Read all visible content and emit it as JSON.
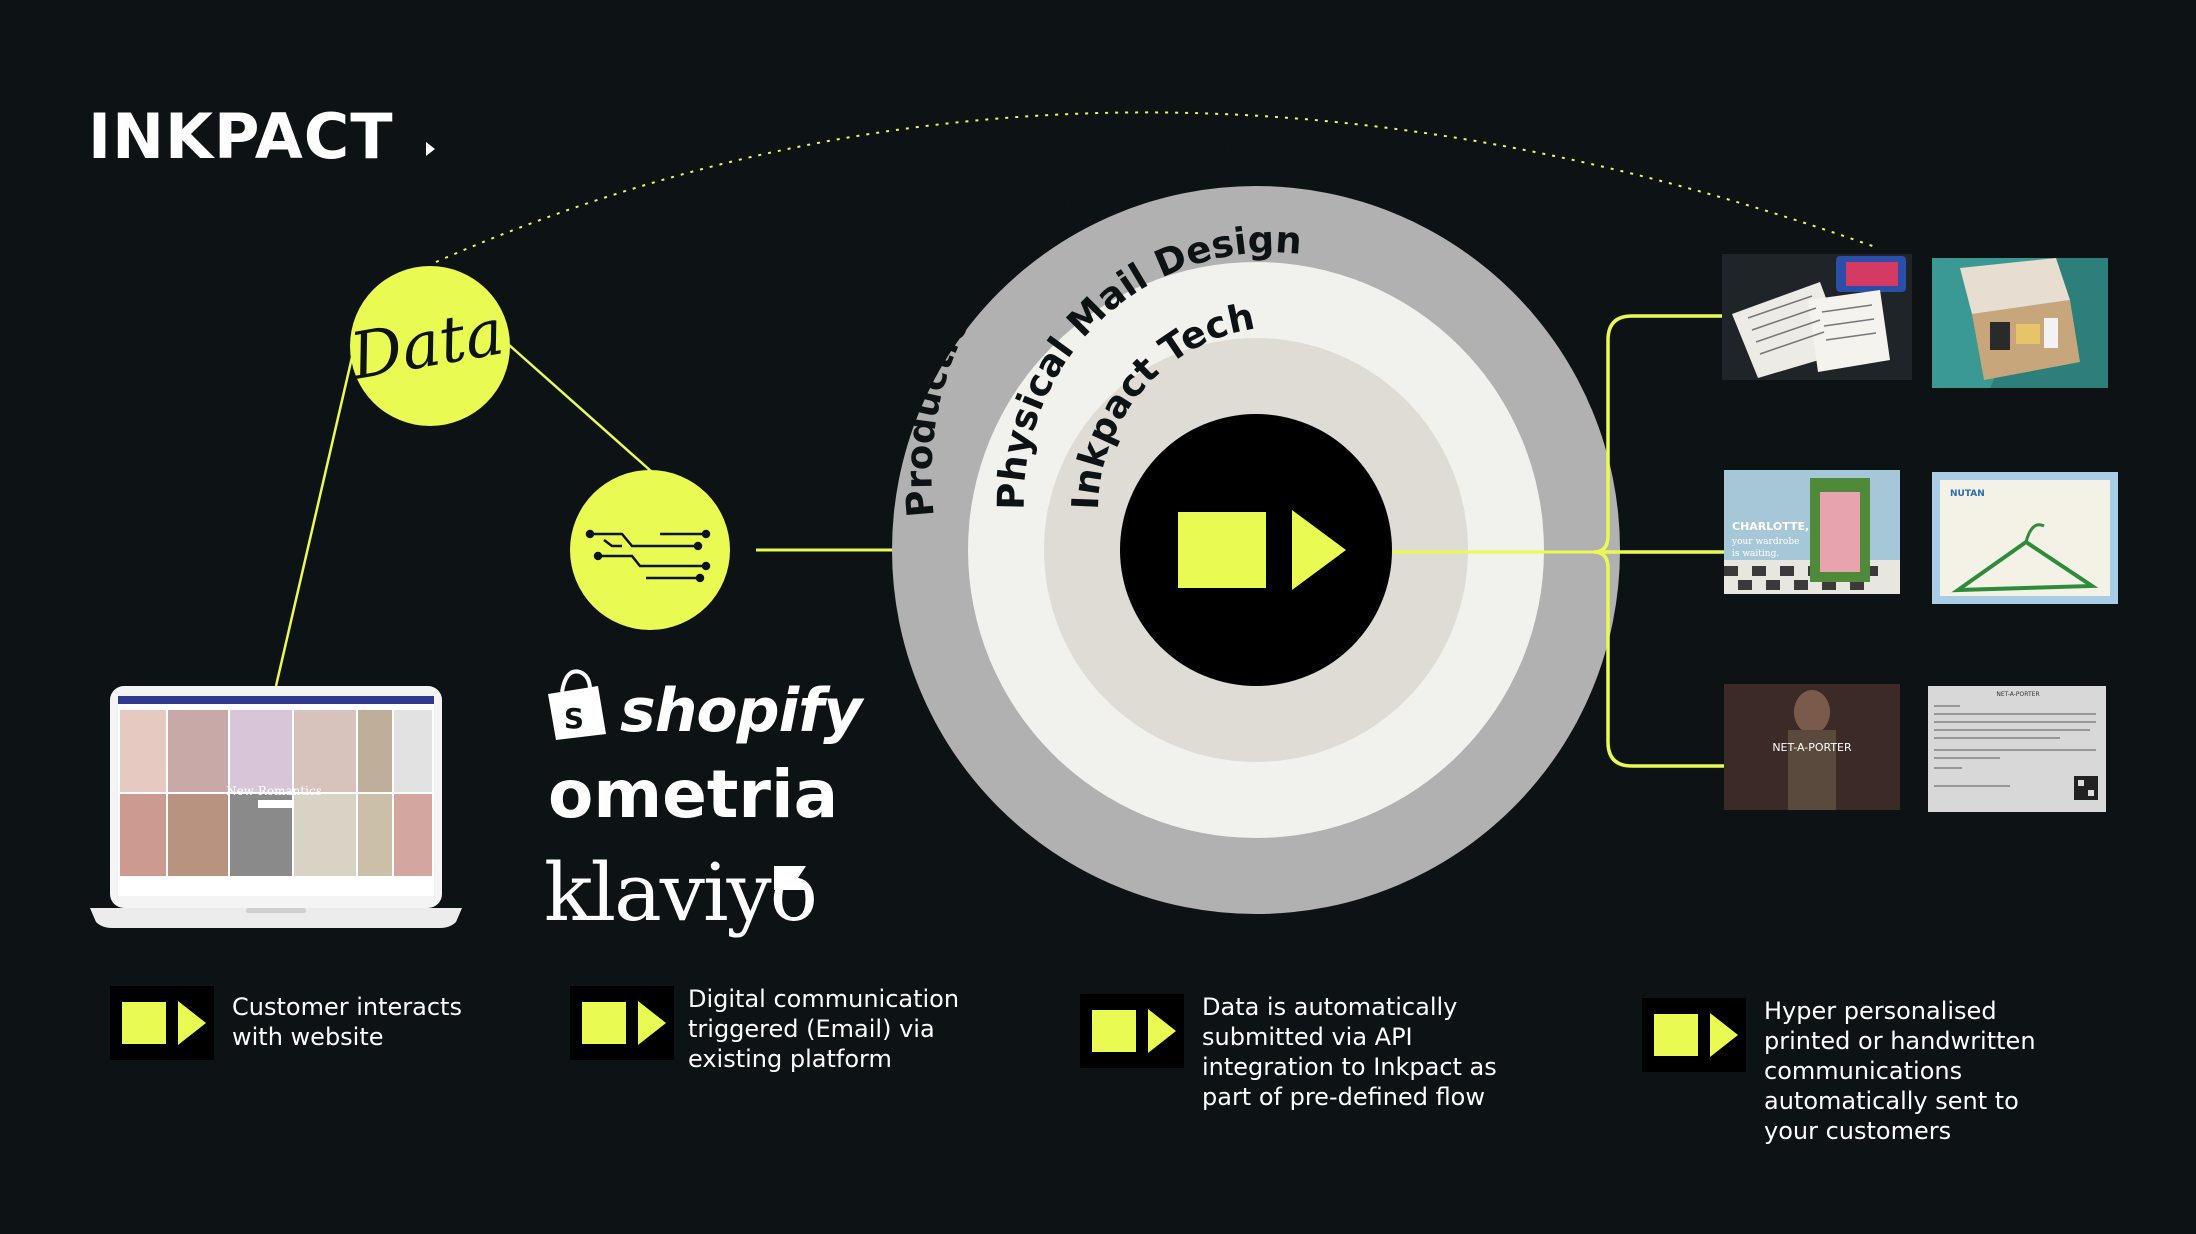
{
  "brand": {
    "name": "INKPACT"
  },
  "colors": {
    "background": "#0d1215",
    "accent": "#e9fb52",
    "ring_outer": "#b1b1b1",
    "ring_mid": "#f1f1ee",
    "ring_inner": "#dedcd4"
  },
  "data_bubble": {
    "label": "Data"
  },
  "integrations": {
    "shopify": "shopify",
    "ometria": "ometria",
    "klaviyo": "klaviyo"
  },
  "rings": {
    "outer": "Production and Distribution",
    "middle": "Physical Mail Design",
    "inner": "Inkpact Tech"
  },
  "laptop_screen": {
    "headline": "New Romantics"
  },
  "mail_samples": [
    {
      "text": ""
    },
    {
      "text": ""
    },
    {
      "text": "CHARLOTTE,\nyour wardrobe\nis waiting."
    },
    {
      "text": "NUTAN"
    },
    {
      "text": "NET-A-PORTER"
    },
    {
      "text": "NET-A-PORTER"
    }
  ],
  "steps": [
    {
      "text": "Customer interacts\nwith website"
    },
    {
      "text": "Digital communication\ntriggered (Email) via\nexisting platform"
    },
    {
      "text": "Data is automatically\nsubmitted via API\nintegration to Inkpact as\npart of pre-defined flow"
    },
    {
      "text": "Hyper personalised\nprinted or handwritten\ncommunications\nautomatically sent to\nyour customers"
    }
  ]
}
